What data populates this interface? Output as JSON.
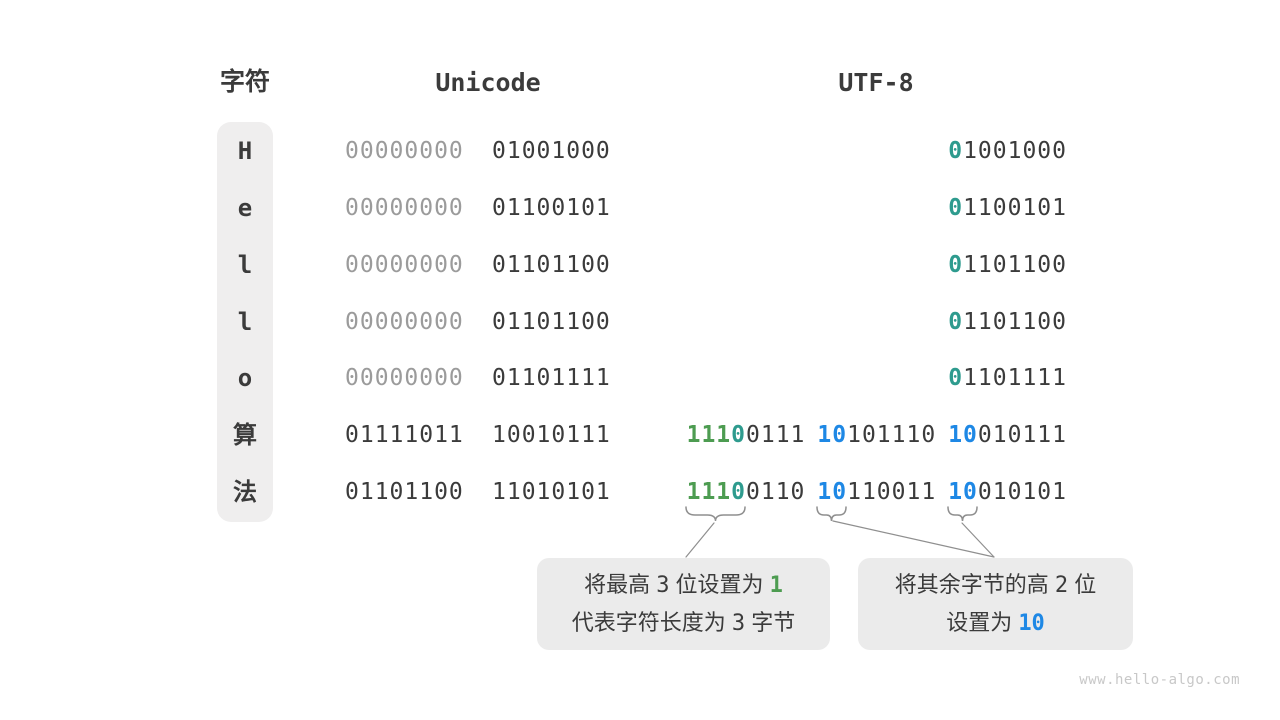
{
  "header": {
    "char": "字符",
    "unicode": "Unicode",
    "utf8": "UTF-8"
  },
  "colors": {
    "dark": "#3B3B3B",
    "gray": "#9B9B9B",
    "teal": "#2E9B8E",
    "green": "#4D9C51",
    "blue": "#1E88E5",
    "panel_bg": "#EFEEEE",
    "callout_bg": "#EBEBEB",
    "line_gray": "#8F8F8F"
  },
  "rows": [
    {
      "char": "H",
      "unicode": [
        [
          {
            "t": "00000000",
            "color": "gray"
          }
        ],
        [
          {
            "t": "01001000"
          }
        ]
      ],
      "utf8": [
        [
          {
            "t": "0",
            "color": "teal",
            "bold": true
          },
          {
            "t": "1001000"
          }
        ]
      ]
    },
    {
      "char": "e",
      "unicode": [
        [
          {
            "t": "00000000",
            "color": "gray"
          }
        ],
        [
          {
            "t": "01100101"
          }
        ]
      ],
      "utf8": [
        [
          {
            "t": "0",
            "color": "teal",
            "bold": true
          },
          {
            "t": "1100101"
          }
        ]
      ]
    },
    {
      "char": "l",
      "unicode": [
        [
          {
            "t": "00000000",
            "color": "gray"
          }
        ],
        [
          {
            "t": "01101100"
          }
        ]
      ],
      "utf8": [
        [
          {
            "t": "0",
            "color": "teal",
            "bold": true
          },
          {
            "t": "1101100"
          }
        ]
      ]
    },
    {
      "char": "l",
      "unicode": [
        [
          {
            "t": "00000000",
            "color": "gray"
          }
        ],
        [
          {
            "t": "01101100"
          }
        ]
      ],
      "utf8": [
        [
          {
            "t": "0",
            "color": "teal",
            "bold": true
          },
          {
            "t": "1101100"
          }
        ]
      ]
    },
    {
      "char": "o",
      "unicode": [
        [
          {
            "t": "00000000",
            "color": "gray"
          }
        ],
        [
          {
            "t": "01101111"
          }
        ]
      ],
      "utf8": [
        [
          {
            "t": "0",
            "color": "teal",
            "bold": true
          },
          {
            "t": "1101111"
          }
        ]
      ]
    },
    {
      "char": "算",
      "unicode": [
        [
          {
            "t": "01111011"
          }
        ],
        [
          {
            "t": "10010111"
          }
        ]
      ],
      "utf8": [
        [
          {
            "t": "111",
            "color": "green",
            "bold": true
          },
          {
            "t": "0",
            "color": "teal",
            "bold": true
          },
          {
            "t": "0111"
          }
        ],
        [
          {
            "t": "10",
            "color": "blue",
            "bold": true
          },
          {
            "t": "101110"
          }
        ],
        [
          {
            "t": "10",
            "color": "blue",
            "bold": true
          },
          {
            "t": "010111"
          }
        ]
      ]
    },
    {
      "char": "法",
      "unicode": [
        [
          {
            "t": "01101100"
          }
        ],
        [
          {
            "t": "11010101"
          }
        ]
      ],
      "utf8": [
        [
          {
            "t": "111",
            "color": "green",
            "bold": true
          },
          {
            "t": "0",
            "color": "teal",
            "bold": true
          },
          {
            "t": "0110"
          }
        ],
        [
          {
            "t": "10",
            "color": "blue",
            "bold": true
          },
          {
            "t": "110011"
          }
        ],
        [
          {
            "t": "10",
            "color": "blue",
            "bold": true
          },
          {
            "t": "010101"
          }
        ]
      ]
    }
  ],
  "callouts": [
    {
      "lines": [
        [
          {
            "t": "将最高 "
          },
          {
            "t": "3",
            "mono": true
          },
          {
            "t": " 位设置为 "
          },
          {
            "t": "1",
            "mono": true,
            "bold": true,
            "color": "green"
          }
        ],
        [
          {
            "t": "代表字符长度为 "
          },
          {
            "t": "3",
            "mono": true
          },
          {
            "t": " 字节"
          }
        ]
      ]
    },
    {
      "lines": [
        [
          {
            "t": "将其余字节的高 "
          },
          {
            "t": "2",
            "mono": true
          },
          {
            "t": " 位"
          }
        ],
        [
          {
            "t": "设置为 "
          },
          {
            "t": "10",
            "mono": true,
            "bold": true,
            "color": "blue"
          }
        ]
      ]
    }
  ],
  "watermark": "www.hello-algo.com"
}
